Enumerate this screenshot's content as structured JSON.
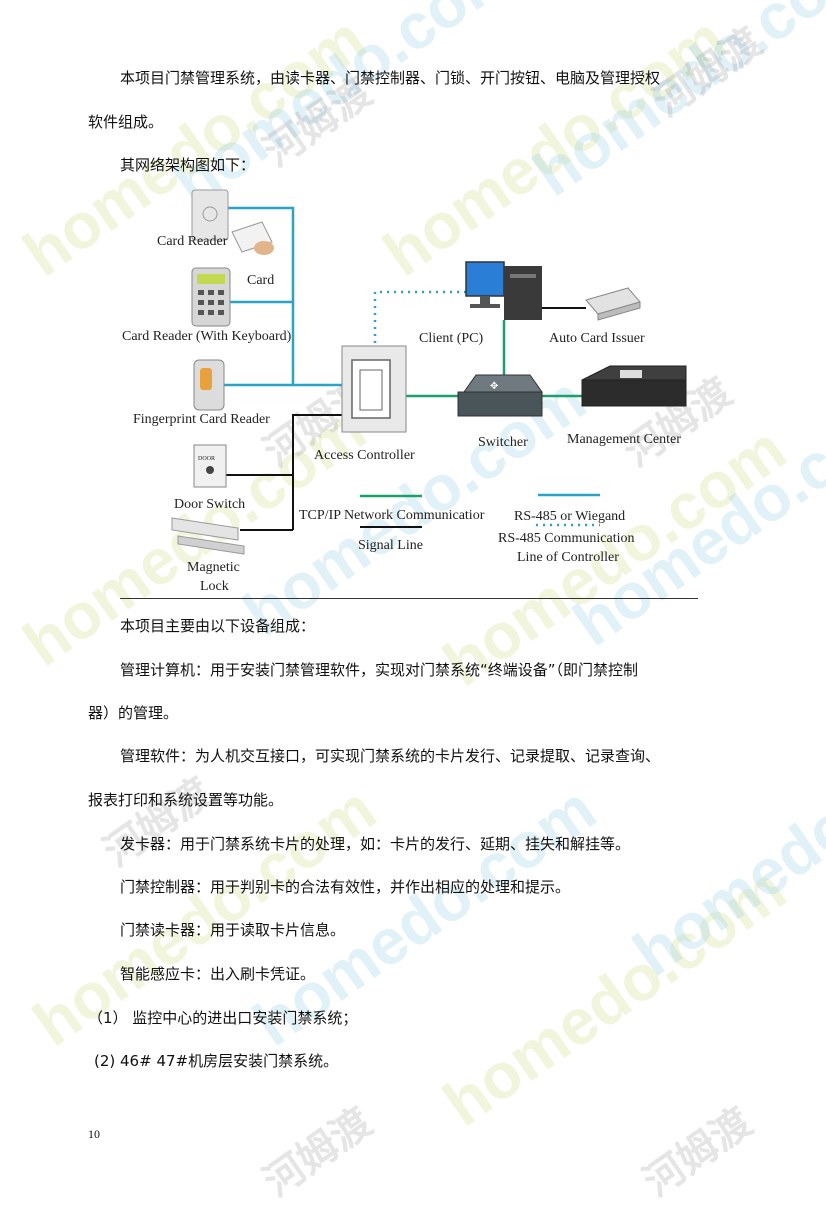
{
  "paragraphs": {
    "intro_1": "本项目门禁管理系统，由读卡器、门禁控制器、门锁、开门按钮、电脑及管理授权",
    "intro_2": "软件组成。",
    "network_intro": "其网络架构图如下：",
    "devices_intro": "本项目主要由以下设备组成：",
    "mgmt_pc_1": "管理计算机：用于安装门禁管理软件，实现对门禁系统“终端设备”（即门禁控制",
    "mgmt_pc_2": "器）的管理。",
    "mgmt_sw_1": "管理软件：为人机交互接口，可实现门禁系统的卡片发行、记录提取、记录查询、",
    "mgmt_sw_2": "报表打印和系统设置等功能。",
    "issuer": "发卡器：用于门禁系统卡片的处理，如：卡片的发行、延期、挂失和解挂等。",
    "controller": "门禁控制器：用于判别卡的合法有效性，并作出相应的处理和提示。",
    "reader": "门禁读卡器：用于读取卡片信息。",
    "card": "智能感应卡：出入刷卡凭证。",
    "item_1": "（1）  监控中心的进出口安装门禁系统；",
    "item_2": "(2) 46# 47#机房层安装门禁系统。"
  },
  "diagram": {
    "labels": {
      "card_reader": "Card Reader",
      "card": "Card",
      "card_reader_keyboard": "Card Reader (With Keyboard)",
      "fingerprint_reader": "Fingerprint Card Reader",
      "access_controller": "Access Controller",
      "door_switch": "Door Switch",
      "magnetic_lock_1": "Magnetic",
      "magnetic_lock_2": "Lock",
      "client_pc": "Client (PC)",
      "auto_card_issuer": "Auto Card Issuer",
      "switcher": "Switcher",
      "management_center": "Management Center",
      "door_plate": "DOOR"
    },
    "legend": {
      "tcpip": "TCP/IP Network Communicatior",
      "signal_line": "Signal Line",
      "rs485_wiegand": "RS-485 or Wiegand",
      "rs485_controller_1": "RS-485 Communication",
      "rs485_controller_2": "Line of Controller"
    },
    "colors": {
      "tcpip": "#1aa06a",
      "rs485_wiegand": "#29a3c8",
      "signal": "#111111",
      "rs485_controller": "#29a3c8"
    }
  },
  "watermark": {
    "en": "homedo.com",
    "cn": "河姆渡"
  },
  "footer": {
    "page_number": "10"
  }
}
